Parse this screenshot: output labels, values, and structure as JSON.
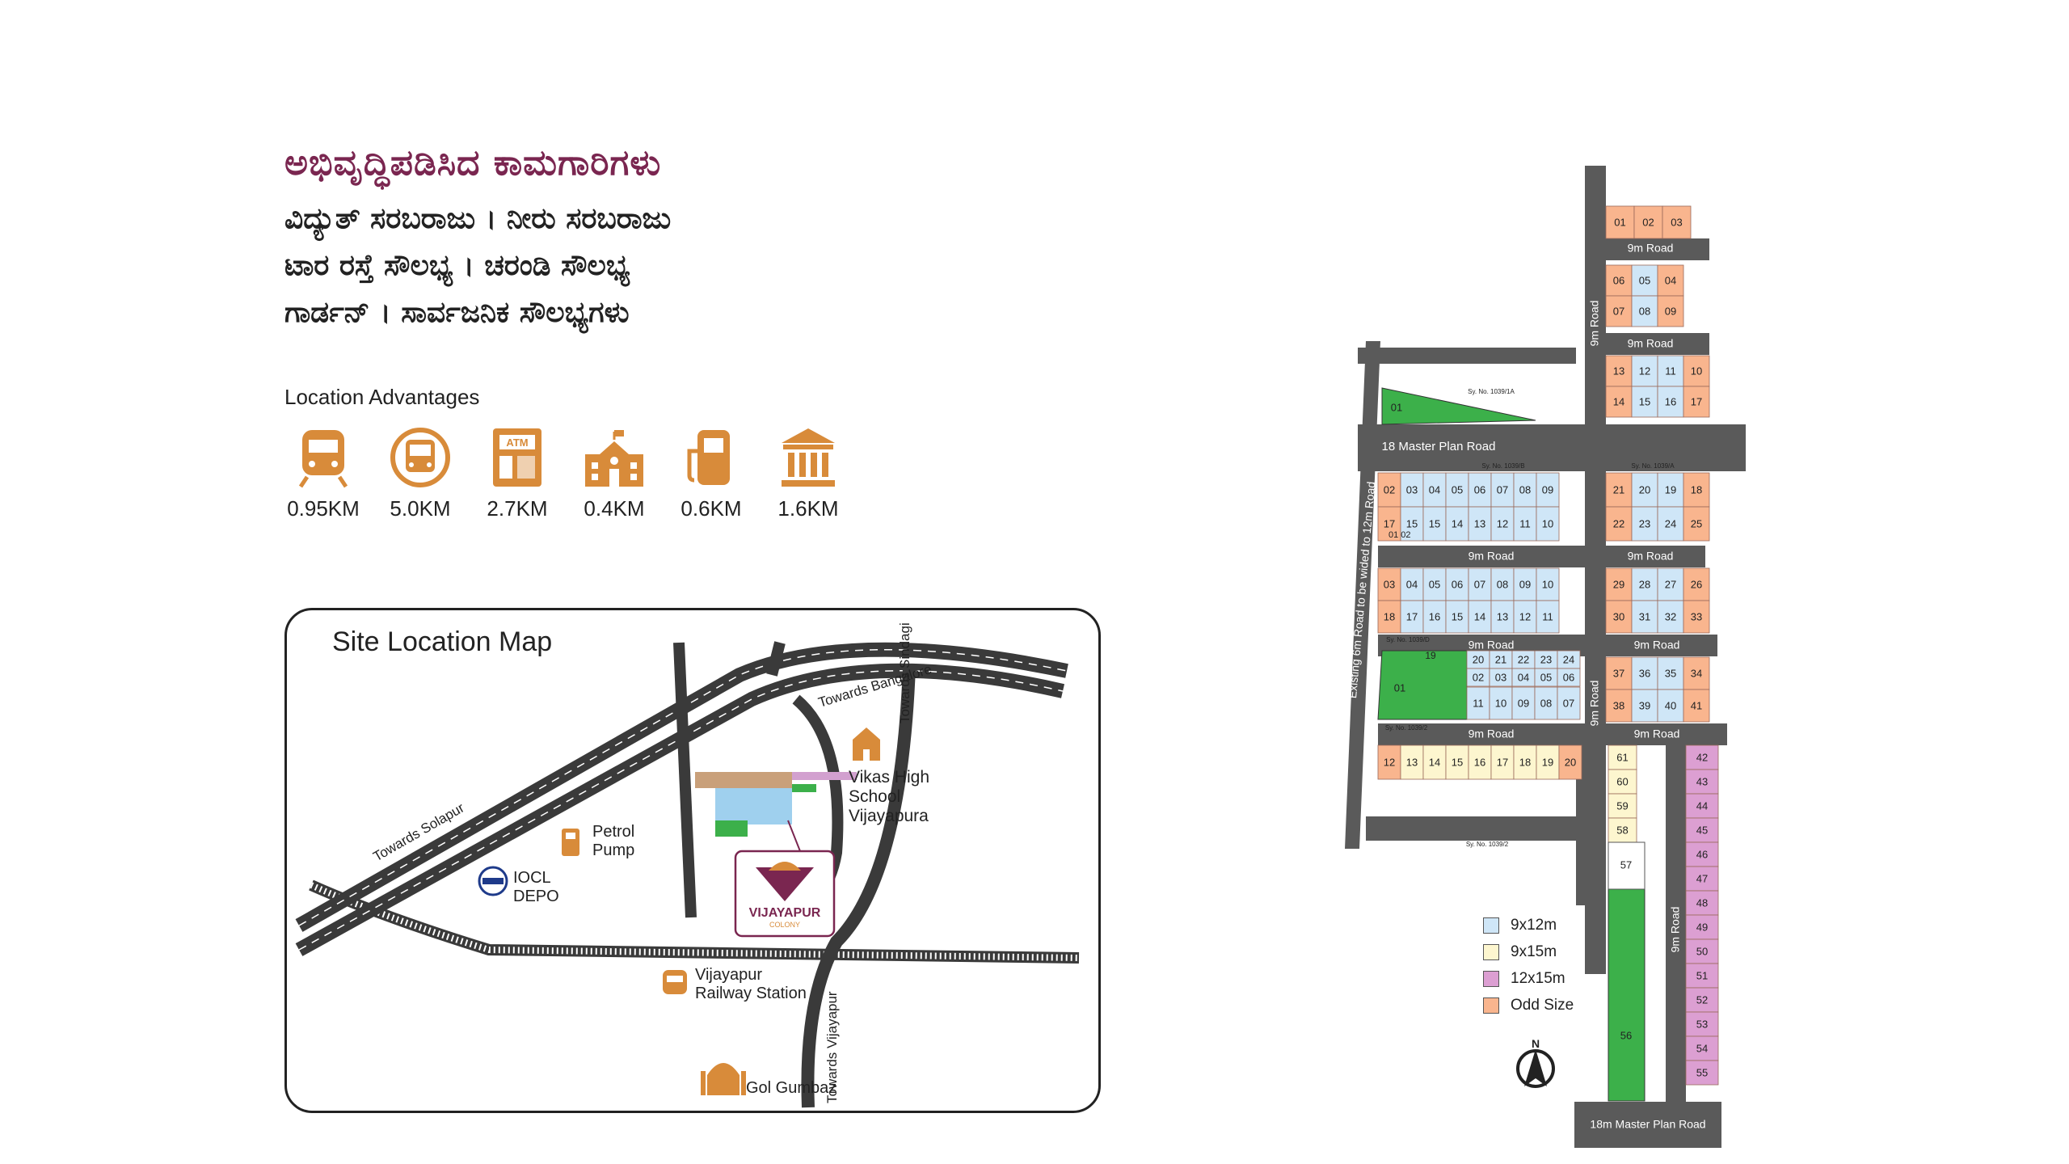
{
  "heading": {
    "title": "ಅಭಿವೃದ್ಧಿಪಡಿಸಿದ ಕಾಮಗಾರಿಗಳು",
    "lines": [
      "ವಿದ್ಯುತ್ ಸರಬರಾಜು । ನೀರು ಸರಬರಾಜು",
      "ಟಾರ ರಸ್ತೆ ಸೌಲಭ್ಯ । ಚರಂಡಿ ಸೌಲಭ್ಯ",
      "ಗಾರ್ಡನ್ । ಸಾರ್ವಜನಿಕ ಸೌಲಭ್ಯಗಳು"
    ]
  },
  "location_advantages": {
    "title": "Location Advantages",
    "items": [
      {
        "icon": "train-icon",
        "distance": "0.95KM"
      },
      {
        "icon": "bus-icon",
        "distance": "5.0KM"
      },
      {
        "icon": "atm-icon",
        "distance": "2.7KM"
      },
      {
        "icon": "school-icon",
        "distance": "0.4KM"
      },
      {
        "icon": "fuel-pump-icon",
        "distance": "0.6KM"
      },
      {
        "icon": "bank-icon",
        "distance": "1.6KM"
      }
    ],
    "icon_color": "#d88b3a"
  },
  "site_map": {
    "title": "Site Location Map",
    "labels": {
      "towards_bangalore": "Towards Bangalore",
      "towards_sindagi": "Towards Sindagi",
      "towards_solapur": "Towards Solapur",
      "towards_vijayapur": "Towards Vijayapur",
      "school": [
        "Vikas High",
        "School",
        "Vijayapura"
      ],
      "petrol": [
        "Petrol",
        "Pump"
      ],
      "iocl": [
        "IOCL",
        "DEPO"
      ],
      "railway": [
        "Vijayapur",
        "Railway Station"
      ],
      "gumbaz": "Gol Gumbaz",
      "logo_text": "VIJAYAPUR",
      "logo_sub": "COLONY"
    },
    "road_color": "#3a3a3a",
    "brand_color": "#7a2650"
  },
  "plan": {
    "roads": {
      "nine_m": "9m Road",
      "eighteen_master": "18 Master Plan Road",
      "existing_6m": "Existing 6m Road to be wided to 12m Road",
      "eighteen_m_master": "18m Master Plan Road"
    },
    "survey": {
      "s1": "Sy. No. 1039/1A",
      "s2": "Sy. No. 1039/B",
      "s3": "Sy. No. 1039/2",
      "s4": "Sy. No. 1039/A",
      "s5": "Sy. No. 1039/D",
      "s6": "Sy. No. 1039/2"
    },
    "colors": {
      "blue": "#cfe6f7",
      "cream": "#fdf6cf",
      "pink": "#dc9fd2",
      "orange": "#f9b58e",
      "green": "#3cb04a",
      "road": "#5a5a5a"
    }
  },
  "legend": [
    {
      "color": "#cfe6f7",
      "label": "9x12m"
    },
    {
      "color": "#fdf6cf",
      "label": "9x15m"
    },
    {
      "color": "#dc9fd2",
      "label": "12x15m"
    },
    {
      "color": "#f9b58e",
      "label": "Odd Size"
    }
  ],
  "north_label": "N"
}
